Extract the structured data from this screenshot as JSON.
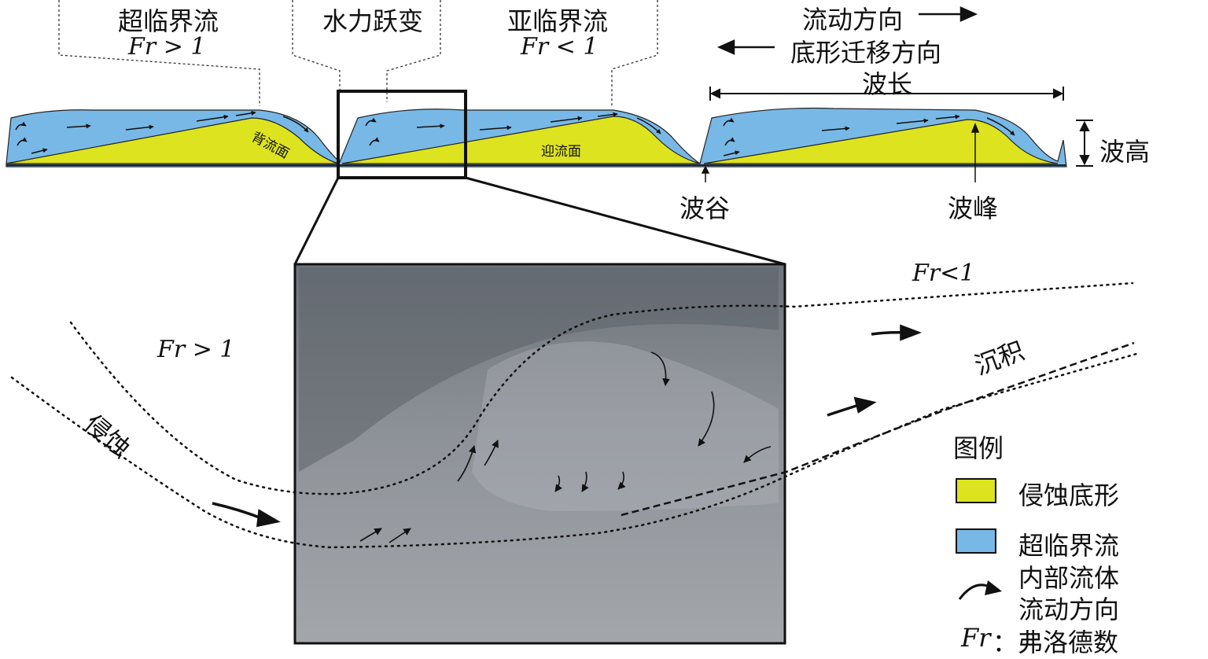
{
  "top": {
    "supercritical": {
      "title": "超临界流",
      "fr": "Fr > 1"
    },
    "hydraulic_jump": {
      "title": "水力跃变"
    },
    "subcritical": {
      "title": "亚临界流",
      "fr": "Fr < 1"
    },
    "flow_direction": "流动方向",
    "bedform_migration": "底形迁移方向",
    "wavelength": "波长",
    "wave_height": "波高",
    "trough": "波谷",
    "crest": "波峰",
    "stoss_side": "背流面",
    "lee_side": "迎流面"
  },
  "bottom": {
    "fr_sub": "Fr<1",
    "fr_super": "Fr > 1",
    "deposition": "沉积",
    "erosion": "侵蚀"
  },
  "legend": {
    "title": "图例",
    "items": [
      {
        "label": "侵蚀底形",
        "color": "#dde31f"
      },
      {
        "label": "超临界流",
        "color": "#78b8e6"
      }
    ],
    "arrow_label_1": "内部流体",
    "arrow_label_2": "流动方向",
    "fr_key": "Fr",
    "fr_desc": "：弗洛德数"
  },
  "colors": {
    "water": "#78b8e6",
    "sediment": "#dde31f",
    "photo": "#8f959c"
  }
}
